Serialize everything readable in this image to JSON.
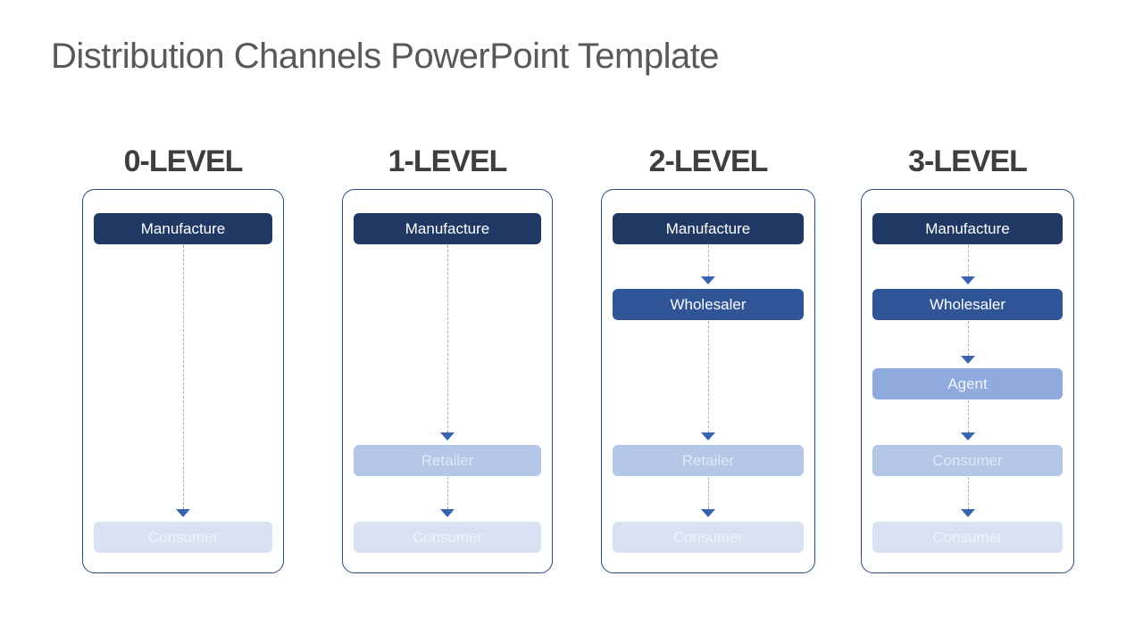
{
  "slide": {
    "title": "Distribution Channels PowerPoint Template",
    "background": "#FFFFFF"
  },
  "palette": {
    "tier_darkest": "#1F3864",
    "tier_dark": "#2F5597",
    "tier_medium": "#8FAADC",
    "tier_light": "#B4C7E7",
    "tier_lightest": "#D9E2F3",
    "arrow": "#3763AF",
    "connector_line": "#ADADAD",
    "frame_border": "#2B4B82",
    "header_text": "#3E3E3E",
    "title_text": "#595959"
  },
  "columns": [
    {
      "header": "0-LEVEL",
      "boxes": [
        {
          "label": "Manufacture",
          "row": 0,
          "bg": "#1F3864",
          "fg": "#FFFFFF"
        },
        {
          "label": "Consumer",
          "row": 4,
          "bg": "#D9E2F3",
          "fg": "#EDF2FA"
        }
      ]
    },
    {
      "header": "1-LEVEL",
      "boxes": [
        {
          "label": "Manufacture",
          "row": 0,
          "bg": "#1F3864",
          "fg": "#FFFFFF"
        },
        {
          "label": "Retailer",
          "row": 3,
          "bg": "#B4C7E7",
          "fg": "#DFE8F5"
        },
        {
          "label": "Consumer",
          "row": 4,
          "bg": "#D9E2F3",
          "fg": "#EDF2FA"
        }
      ]
    },
    {
      "header": "2-LEVEL",
      "boxes": [
        {
          "label": "Manufacture",
          "row": 0,
          "bg": "#1F3864",
          "fg": "#FFFFFF"
        },
        {
          "label": "Wholesaler",
          "row": 1,
          "bg": "#2F5597",
          "fg": "#FFFFFF"
        },
        {
          "label": "Retailer",
          "row": 3,
          "bg": "#B4C7E7",
          "fg": "#DFE8F5"
        },
        {
          "label": "Consumer",
          "row": 4,
          "bg": "#D9E2F3",
          "fg": "#EDF2FA"
        }
      ]
    },
    {
      "header": "3-LEVEL",
      "boxes": [
        {
          "label": "Manufacture",
          "row": 0,
          "bg": "#1F3864",
          "fg": "#FFFFFF"
        },
        {
          "label": "Wholesaler",
          "row": 1,
          "bg": "#2F5597",
          "fg": "#FFFFFF"
        },
        {
          "label": "Agent",
          "row": 2,
          "bg": "#8FAADC",
          "fg": "#F2F6FC"
        },
        {
          "label": "Consumer",
          "row": 3,
          "bg": "#B4C7E7",
          "fg": "#DFE8F5"
        },
        {
          "label": "Consumer",
          "row": 4,
          "bg": "#D9E2F3",
          "fg": "#EDF2FA"
        }
      ]
    }
  ]
}
